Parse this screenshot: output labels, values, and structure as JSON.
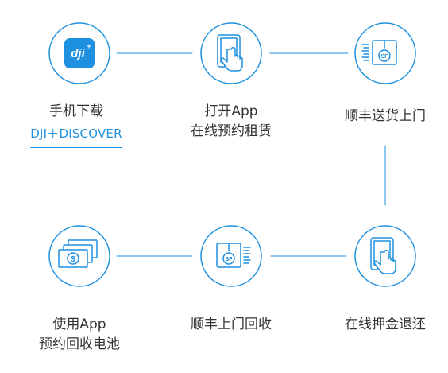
{
  "accent_color": "#1e90e0",
  "steps": [
    {
      "title": "手机下载",
      "link": "DJI＋DISCOVER",
      "icon": "dji-app-icon"
    },
    {
      "title": "打开App",
      "subtitle": "在线预约租赁",
      "icon": "tablet-tap-icon"
    },
    {
      "title": "顺丰送货上门",
      "icon": "sf-package-icon"
    },
    {
      "title": "在线押金退还",
      "icon": "tablet-tap-icon"
    },
    {
      "title": "顺丰上门回收",
      "icon": "sf-package-icon"
    },
    {
      "title": "使用App",
      "subtitle": "预约回收电池",
      "icon": "cash-icon"
    }
  ]
}
